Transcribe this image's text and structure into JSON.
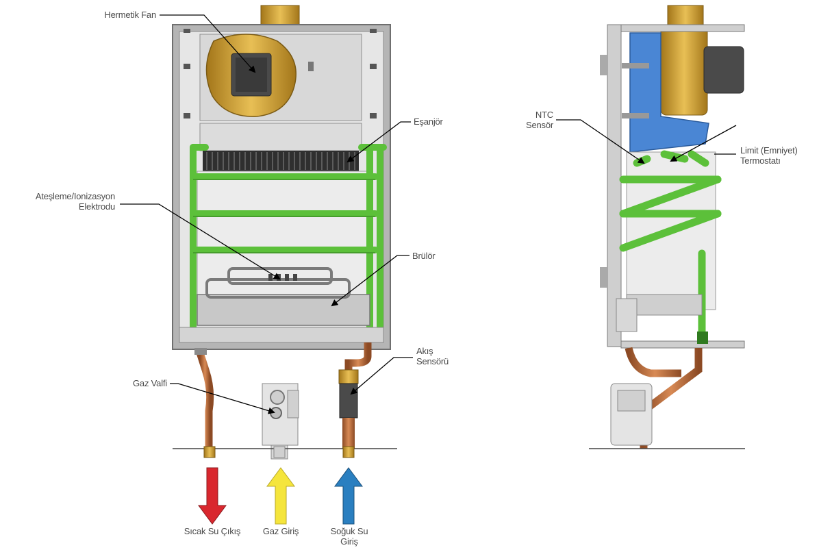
{
  "labels": {
    "hermetik_fan": "Hermetik Fan",
    "esanjor": "Eşanjör",
    "atesleme_line1": "Ateşleme/Ionizasyon",
    "atesleme_line2": "Elektrodu",
    "brulor": "Brülör",
    "akis_line1": "Akış",
    "akis_line2": "Sensörü",
    "gaz_valfi": "Gaz Valfi",
    "ntc_line1": "NTC",
    "ntc_line2": "Sensör",
    "limit_line1": "Limit (Emniyet)",
    "limit_line2": "Termostatı"
  },
  "flows": {
    "sicak_su": "Sıcak Su Çıkış",
    "gaz_giris": "Gaz Giriş",
    "soguk_su_line1": "Soğuk Su",
    "soguk_su_line2": "Giriş"
  },
  "colors": {
    "hot_water_arrow": "#d9272e",
    "gas_arrow": "#f5e53c",
    "cold_water_arrow": "#2a7fc0",
    "water_pipe": "#5cc03a",
    "copper": "#b8683a",
    "brass_fan": "#c9982e",
    "frame": "#8a8a8a",
    "heat_exchanger_blue": "#4a86d4"
  }
}
